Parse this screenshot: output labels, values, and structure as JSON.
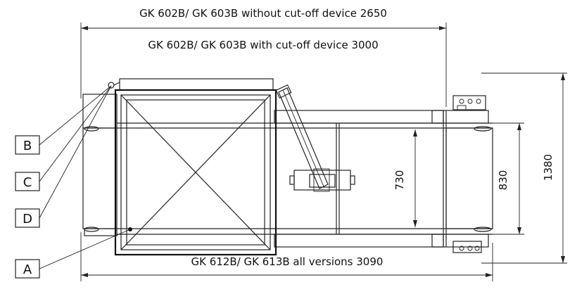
{
  "dimensions": {
    "top_without": "GK 602B/ GK 603B without cut-off device  2650",
    "top_with": "GK 602B/ GK 603B with cut-off device  3000",
    "bottom": "GK 612B/ GK 613B all versions  3090",
    "v730": "730",
    "v830": "830",
    "v1380": "1380"
  },
  "callouts": {
    "A": "A",
    "B": "B",
    "C": "C",
    "D": "D"
  }
}
